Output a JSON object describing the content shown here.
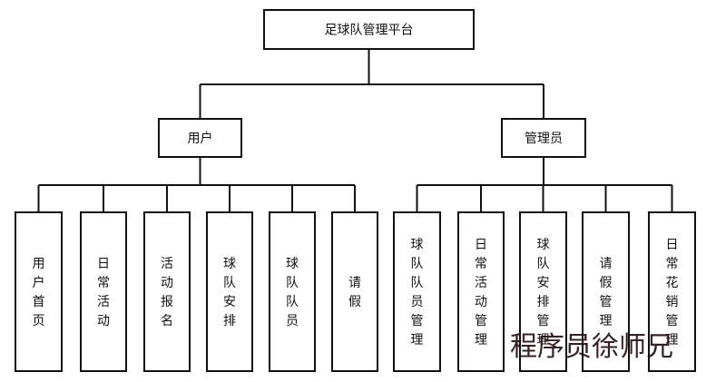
{
  "diagram": {
    "root": {
      "label": "足球队管理平台"
    },
    "branches": [
      {
        "label": "用户",
        "children": [
          "用户首页",
          "日常活动",
          "活动报名",
          "球队安排",
          "球队队员",
          "请假"
        ]
      },
      {
        "label": "管理员",
        "children": [
          "球队队员管理",
          "日常活动管理",
          "球队安排管理",
          "请假管理",
          "日常花销管理"
        ]
      }
    ],
    "colors": {
      "stroke": "#111111",
      "box_fill": "#ffffff",
      "watermark": "#2a0f0f"
    }
  },
  "watermark": {
    "text": "程序员徐师兄"
  }
}
